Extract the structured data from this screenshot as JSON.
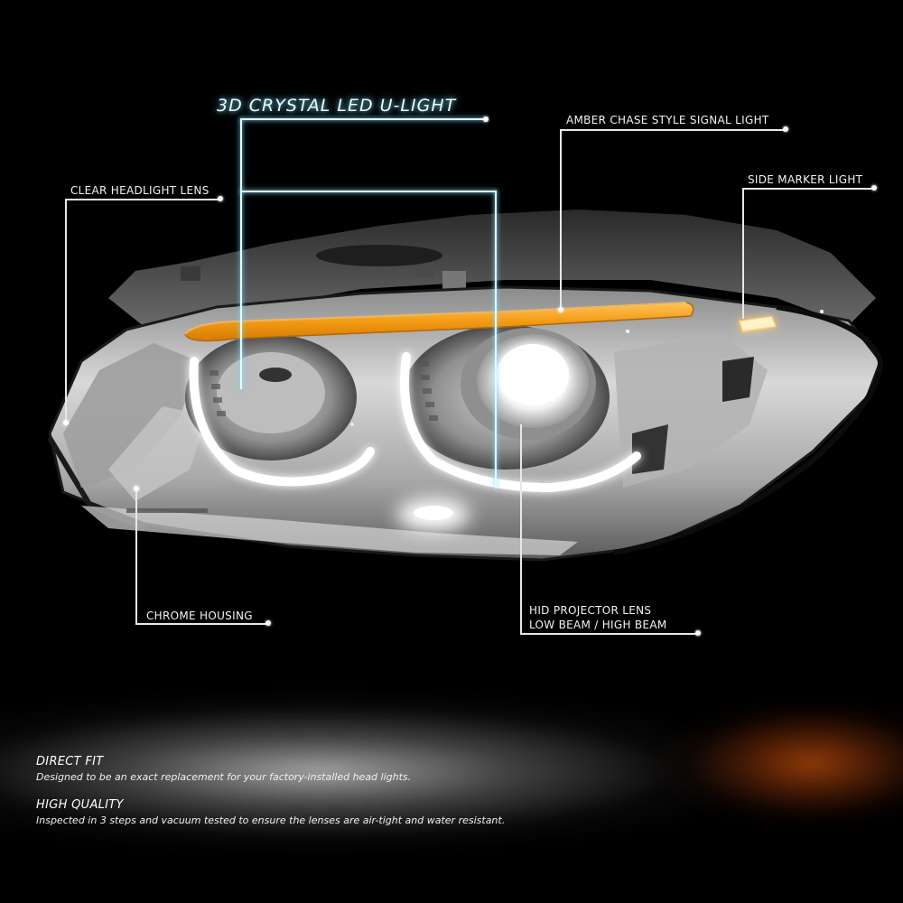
{
  "callouts": {
    "u_light": {
      "label": "3D CRYSTAL LED U-LIGHT"
    },
    "amber_signal": {
      "label": "AMBER CHASE STYLE SIGNAL LIGHT"
    },
    "side_marker": {
      "label": "SIDE MARKER LIGHT"
    },
    "clear_lens": {
      "label": "CLEAR HEADLIGHT LENS"
    },
    "chrome_housing": {
      "label": "CHROME HOUSING"
    },
    "hid_projector": {
      "label_line1": "HID PROJECTOR LENS",
      "label_line2": "LOW BEAM / HIGH BEAM"
    }
  },
  "features": [
    {
      "title": "DIRECT FIT",
      "description": "Designed to be an exact replacement for your factory-installed head lights."
    },
    {
      "title": "HIGH QUALITY",
      "description": "Inspected in 3 steps and vacuum tested to ensure the lenses are air-tight and water resistant."
    }
  ],
  "colors": {
    "background": "#000000",
    "amber": "#f5a21e",
    "chrome": "#c8c8c8",
    "led_glow": "#ffffff",
    "callout_glow": "#8ce6ff",
    "reflection_amber": "#aa460a"
  }
}
